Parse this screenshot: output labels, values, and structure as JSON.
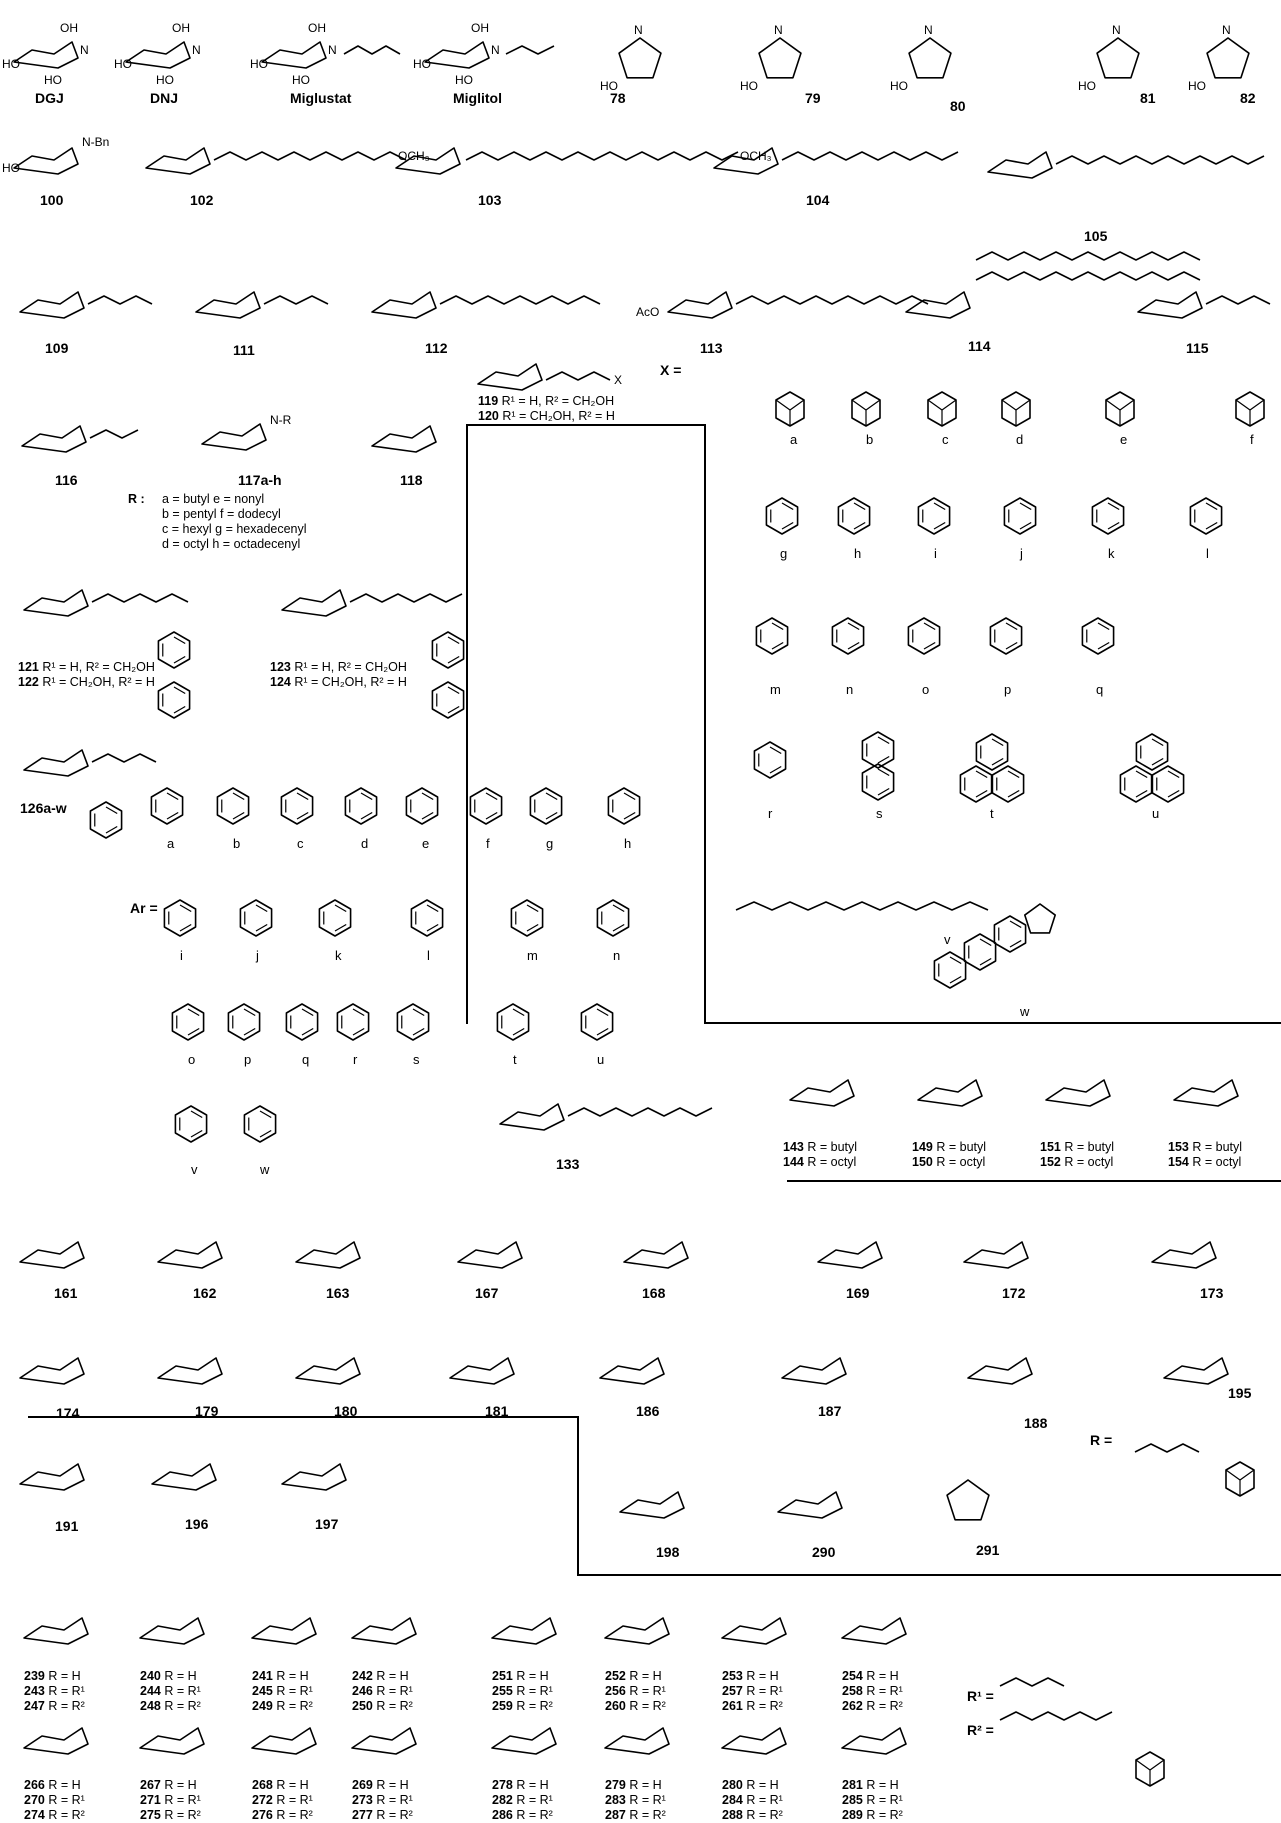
{
  "row1": [
    {
      "id": "dgj",
      "label": "DGJ"
    },
    {
      "id": "dnj",
      "label": "DNJ"
    },
    {
      "id": "miglustat",
      "label": "Miglustat"
    },
    {
      "id": "miglitol",
      "label": "Miglitol"
    },
    {
      "id": "c78",
      "label": "78"
    },
    {
      "id": "c79",
      "label": "79"
    },
    {
      "id": "c80",
      "label": "80"
    },
    {
      "id": "c81",
      "label": "81"
    },
    {
      "id": "c82",
      "label": "82"
    }
  ],
  "row2": [
    {
      "id": "c100",
      "label": "100"
    },
    {
      "id": "c102",
      "label": "102"
    },
    {
      "id": "c103",
      "label": "103"
    },
    {
      "id": "c104",
      "label": "104"
    },
    {
      "id": "c105",
      "label": "105"
    }
  ],
  "row3": [
    {
      "id": "c109",
      "label": "109"
    },
    {
      "id": "c111",
      "label": "111"
    },
    {
      "id": "c112",
      "label": "112"
    },
    {
      "id": "c113",
      "label": "113"
    },
    {
      "id": "c114",
      "label": "114"
    },
    {
      "id": "c115",
      "label": "115"
    }
  ],
  "row4": [
    {
      "id": "c116",
      "label": "116"
    },
    {
      "id": "c117",
      "label": "117a-h"
    },
    {
      "id": "c118",
      "label": "118"
    }
  ],
  "r117": {
    "head": "R :",
    "lines": [
      "a = butyl   e = nonyl",
      "b = pentyl  f = dodecyl",
      "c = hexyl   g = hexadecenyl",
      "d = octyl   h = octadecenyl"
    ]
  },
  "c119_120": {
    "l1": "119",
    "t1": "R¹ = H, R² = CH₂OH",
    "l2": "120",
    "t2": "R¹ = CH₂OH, R² = H",
    "x_label": "X ="
  },
  "x_subs": [
    "a",
    "b",
    "c",
    "d",
    "e",
    "f",
    "g",
    "h",
    "i",
    "j",
    "k",
    "l",
    "m",
    "n",
    "o",
    "p",
    "q",
    "r",
    "s",
    "t",
    "u",
    "v",
    "w"
  ],
  "c121_124": {
    "l121": "121",
    "t121": "R¹ = H, R² = CH₂OH",
    "l122": "122",
    "t122": "R¹ = CH₂OH, R² = H",
    "l123": "123",
    "t123": "R¹ = H, R² = CH₂OH",
    "l124": "124",
    "t124": "R¹ = CH₂OH, R² = H"
  },
  "c126": {
    "label": "126a-w",
    "ar_label": "Ar ="
  },
  "ar_subs": [
    "a",
    "b",
    "c",
    "d",
    "e",
    "f",
    "g",
    "h",
    "i",
    "j",
    "k",
    "l",
    "m",
    "n",
    "o",
    "p",
    "q",
    "r",
    "s",
    "t",
    "u",
    "v",
    "w"
  ],
  "c133": {
    "label": "133"
  },
  "c143_154": [
    {
      "l1": "143",
      "t1": "R = butyl",
      "l2": "144",
      "t2": "R = octyl"
    },
    {
      "l1": "149",
      "t1": "R = butyl",
      "l2": "150",
      "t2": "R = octyl"
    },
    {
      "l1": "151",
      "t1": "R = butyl",
      "l2": "152",
      "t2": "R = octyl"
    },
    {
      "l1": "153",
      "t1": "R = butyl",
      "l2": "154",
      "t2": "R = octyl"
    }
  ],
  "row_r1": [
    {
      "id": "c161",
      "label": "161"
    },
    {
      "id": "c162",
      "label": "162"
    },
    {
      "id": "c163",
      "label": "163"
    },
    {
      "id": "c167",
      "label": "167"
    },
    {
      "id": "c168",
      "label": "168"
    },
    {
      "id": "c169",
      "label": "169"
    },
    {
      "id": "c172",
      "label": "172"
    },
    {
      "id": "c173",
      "label": "173"
    }
  ],
  "row_r2": [
    {
      "id": "c174",
      "label": "174"
    },
    {
      "id": "c179",
      "label": "179"
    },
    {
      "id": "c180",
      "label": "180"
    },
    {
      "id": "c181",
      "label": "181"
    },
    {
      "id": "c186",
      "label": "186"
    },
    {
      "id": "c187",
      "label": "187"
    },
    {
      "id": "c188",
      "label": "188"
    },
    {
      "id": "c195",
      "label": "195"
    }
  ],
  "row_r3": [
    {
      "id": "c191",
      "label": "191"
    },
    {
      "id": "c196",
      "label": "196"
    },
    {
      "id": "c197",
      "label": "197"
    },
    {
      "id": "c198",
      "label": "198"
    },
    {
      "id": "c290",
      "label": "290"
    },
    {
      "id": "c291",
      "label": "291"
    }
  ],
  "r_def": {
    "label": "R ="
  },
  "grid1": [
    {
      "a": "239",
      "b": "243",
      "c": "247"
    },
    {
      "a": "240",
      "b": "244",
      "c": "248"
    },
    {
      "a": "241",
      "b": "245",
      "c": "249"
    },
    {
      "a": "242",
      "b": "246",
      "c": "250"
    },
    {
      "a": "251",
      "b": "255",
      "c": "259"
    },
    {
      "a": "252",
      "b": "256",
      "c": "260"
    },
    {
      "a": "253",
      "b": "257",
      "c": "261"
    },
    {
      "a": "254",
      "b": "258",
      "c": "262"
    }
  ],
  "grid2": [
    {
      "a": "266",
      "b": "270",
      "c": "274"
    },
    {
      "a": "267",
      "b": "271",
      "c": "275"
    },
    {
      "a": "268",
      "b": "272",
      "c": "276"
    },
    {
      "a": "269",
      "b": "273",
      "c": "277"
    },
    {
      "a": "278",
      "b": "282",
      "c": "286"
    },
    {
      "a": "279",
      "b": "283",
      "c": "287"
    },
    {
      "a": "280",
      "b": "284",
      "c": "288"
    },
    {
      "a": "281",
      "b": "285",
      "c": "289"
    }
  ],
  "grid_texts": {
    "t1": "R = H",
    "t2": "R = R¹",
    "t3": "R = R²"
  },
  "r_legend": {
    "r1": "R¹ =",
    "r2": "R² ="
  }
}
